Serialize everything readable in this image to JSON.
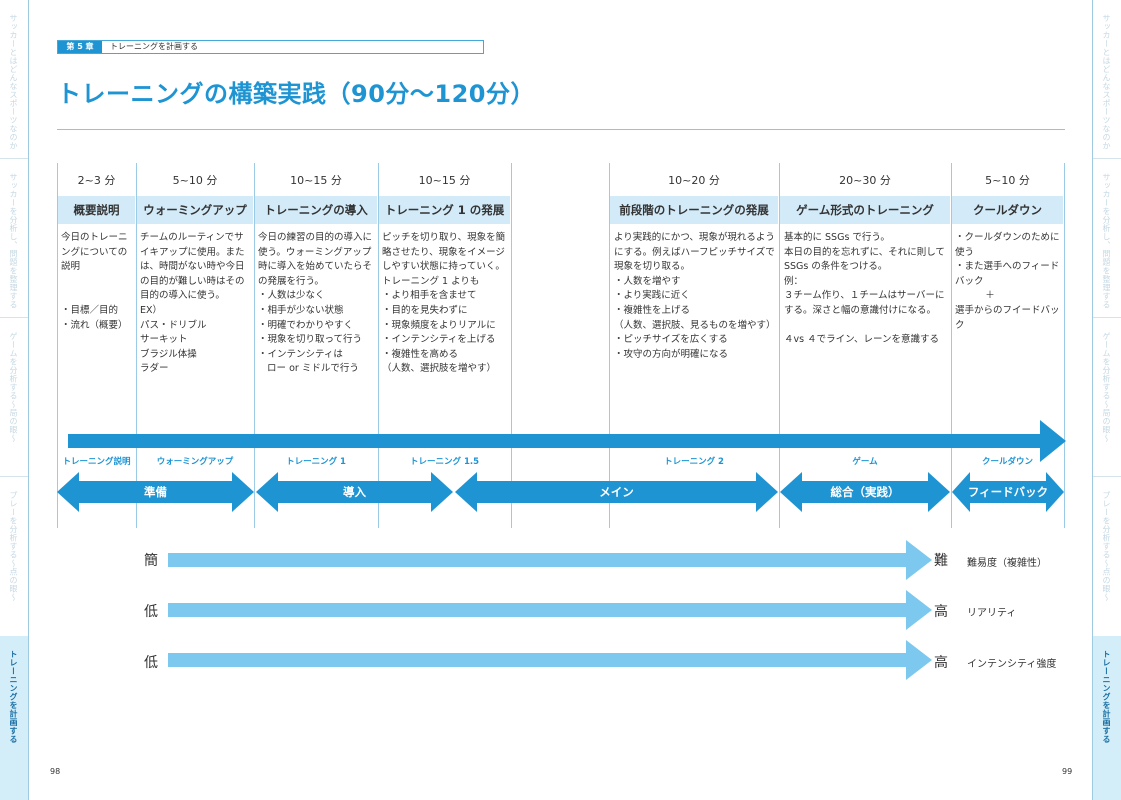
{
  "chapter": {
    "number": "第 5 章",
    "title": "トレーニングを計画する"
  },
  "page_title": "トレーニングの構築実践（90分～120分）",
  "page_numbers": {
    "left": "98",
    "right": "99"
  },
  "side_tabs": [
    "サッカーとはどんなスポーツなのか",
    "サッカーを分析し、問題を整理する",
    "ゲームを分析する〜局の眼〜",
    "プレーを分析する〜点の眼〜",
    "トレーニングを計画する"
  ],
  "columns": [
    {
      "duration": "2~3 分",
      "header": "概要説明",
      "body": "今日のトレーニ\nングについての\n説明\n\n\n・目標／目的\n・流れ（概要）"
    },
    {
      "duration": "5~10 分",
      "header": "ウォーミングアップ",
      "body": "チームのルーティンでサ\nイキアップに使用。また\nは、時間がない時や今日\nの目的が難しい時はその\n目的の導入に使う。\nEX）\nパス・ドリブル\nサーキット\nブラジル体操\nラダー"
    },
    {
      "duration": "10~15 分",
      "header": "トレーニングの導入",
      "body": "今日の練習の目的の導入に\n使う。ウォーミングアップ\n時に導入を始めていたらそ\nの発展を行う。\n・人数は少なく\n・相手が少ない状態\n・明確でわかりやすく\n・現象を切り取って行う\n・インテンシティは\n   ロー or ミドルで行う"
    },
    {
      "duration": "10~15 分",
      "header": "トレーニング 1 の発展",
      "body": "ピッチを切り取り、現象を簡\n略させたり、現象をイメージ\nしやすい状態に持っていく。\nトレーニング 1 よりも\n・より相手を含ませて\n・目的を見失わずに\n・現象頻度をよりリアルに\n・インテンシティを上げる\n・複雑性を高める\n（人数、選択肢を増やす）"
    },
    {
      "duration": "10~20 分",
      "header": "前段階のトレーニングの発展",
      "body": "より実践的にかつ、現象が現れるよう\nにする。例えばハーフピッチサイズで\n現象を切り取る。\n・人数を増やす\n・より実践に近く\n・複雑性を上げる\n（人数、選択肢、見るものを増やす）\n・ピッチサイズを広くする\n・攻守の方向が明確になる"
    },
    {
      "duration": "20~30 分",
      "header": "ゲーム形式のトレーニング",
      "body": "基本的に SSGs で行う。\n本日の目的を忘れずに、それに則して\nSSGs の条件をつける。\n例：\n３チーム作り、１チームはサーバーに\nする。深さと幅の意識付けになる。\n\n４vs ４でライン、レーンを意識する"
    },
    {
      "duration": "5~10 分",
      "header": "クールダウン",
      "body": "・クールダウンのために\n使う\n・また選手へのフィード\nバック\n          ＋\n選手からのフイードバッ\nク"
    }
  ],
  "sublabels": [
    "トレーニング説明",
    "ウォーミングアップ",
    "トレーニング 1",
    "トレーニング 1.5",
    "トレーニング 2",
    "ゲーム",
    "クールダウン"
  ],
  "phases": [
    "準備",
    "導入",
    "メイン",
    "総合（実践）",
    "フィードバック"
  ],
  "scales": [
    {
      "left": "簡",
      "right": "難",
      "label": "難易度（複雑性）"
    },
    {
      "left": "低",
      "right": "高",
      "label": "リアリティ"
    },
    {
      "left": "低",
      "right": "高",
      "label": "インテンシティ強度"
    }
  ],
  "colors": {
    "accent": "#1e94d3",
    "header_bg": "#d3ebf8",
    "light_arrow": "#7cc8ef"
  }
}
